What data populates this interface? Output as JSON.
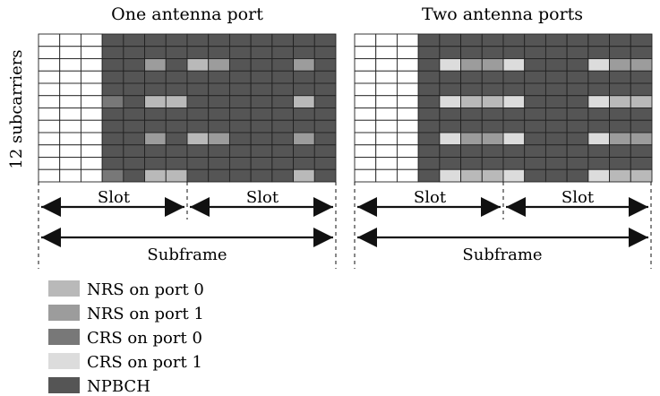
{
  "panels": [
    {
      "title": "One antenna port",
      "slot_label": "Slot",
      "subframe_label": "Subframe",
      "nrs_rows_p0": [],
      "nrs_rows_p1": [],
      "nrs_rows_pair": [
        5,
        11
      ],
      "crs_p0_rows": [
        5,
        11
      ],
      "crs_p1_rows": [],
      "port_mode": "one"
    },
    {
      "title": "Two antenna ports",
      "slot_label": "Slot",
      "subframe_label": "Subframe",
      "port_mode": "two"
    }
  ],
  "y_axis_label": "12 subcarriers",
  "legend": [
    {
      "label": "NRS on port 0",
      "color": "#b9b9b9"
    },
    {
      "label": "NRS on port 1",
      "color": "#9c9c9c"
    },
    {
      "label": "CRS on port 0",
      "color": "#787878"
    },
    {
      "label": "CRS on port 1",
      "color": "#dcdcdc"
    },
    {
      "label": "NPBCH",
      "color": "#555555"
    }
  ],
  "colors": {
    "npbch": "#555555",
    "empty": "#ffffff",
    "nrs_p0": "#b9b9b9",
    "nrs_p1": "#9c9c9c",
    "crs_p0": "#787878",
    "crs_p1": "#dcdcdc",
    "grid_line": "#222222"
  }
}
